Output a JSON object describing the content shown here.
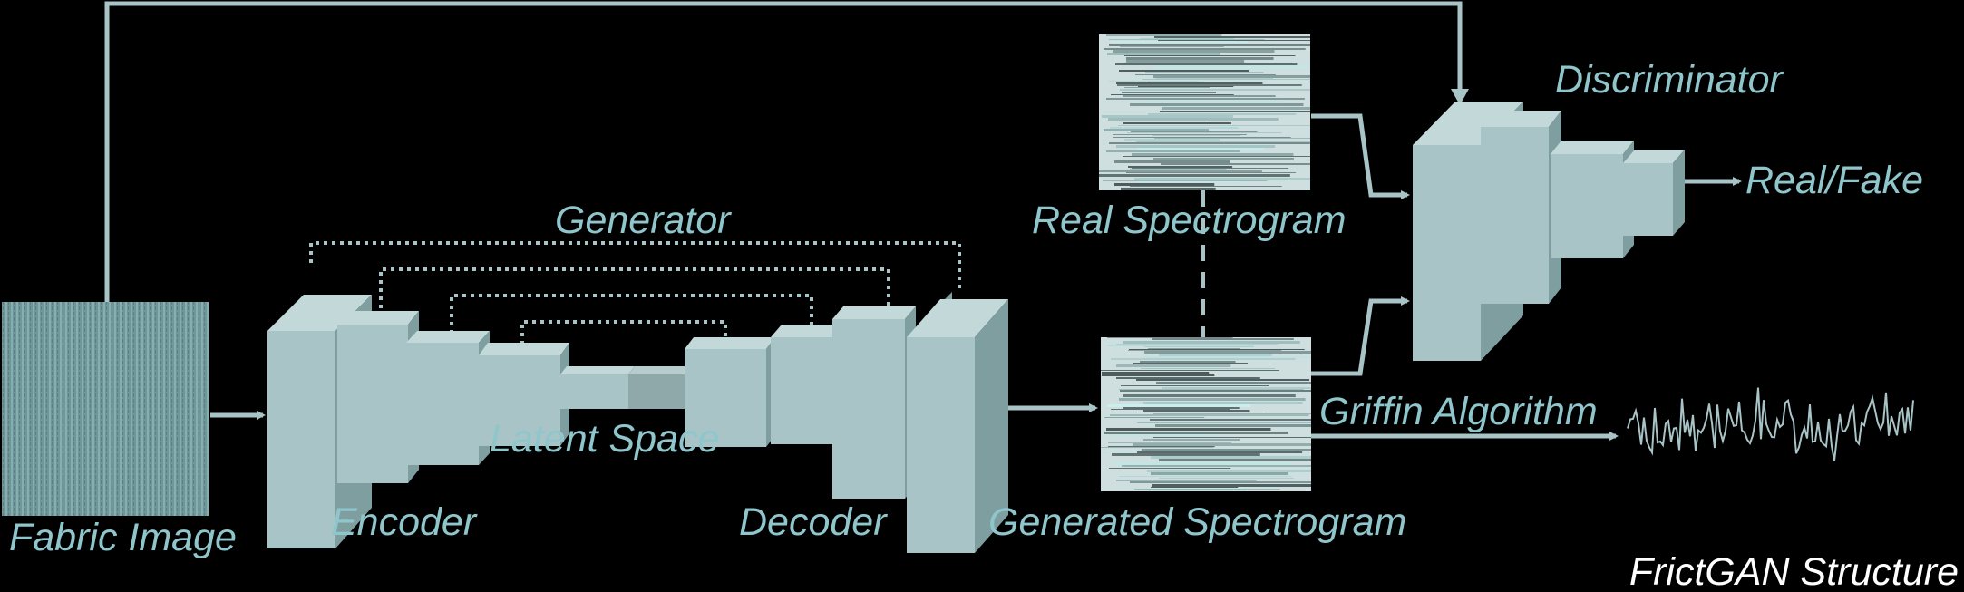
{
  "colors": {
    "accent": "#8fc6cc",
    "block_front": "#a8c4c6",
    "block_side": "#7f9ea0",
    "block_top": "#c3d8d9",
    "background": "#000000",
    "caption": "#ffffff"
  },
  "labels": {
    "generator": "Generator",
    "encoder": "Encoder",
    "decoder": "Decoder",
    "latent_space": "Latent Space",
    "fabric_image": "Fabric Image",
    "real_spectrogram": "Real Spectrogram",
    "generated_spectrogram": "Generated Spectrogram",
    "discriminator": "Discriminator",
    "real_fake": "Real/Fake",
    "griffin_algorithm": "Griffin Algorithm",
    "caption": "FrictGAN Structure"
  }
}
